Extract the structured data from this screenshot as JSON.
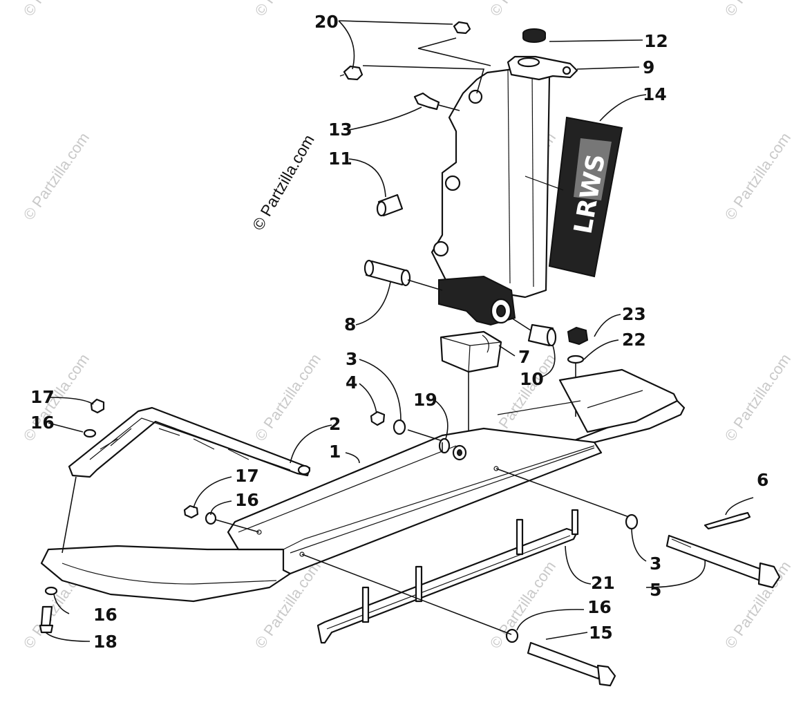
{
  "watermark": {
    "main": "© Partzilla.com",
    "repeat": "© Partzilla.com"
  },
  "decal_text": "LRWS",
  "callouts": {
    "c20": "20",
    "c12": "12",
    "c9": "9",
    "c14": "14",
    "c13": "13",
    "c11": "11",
    "c8": "8",
    "c23": "23",
    "c22": "22",
    "c7": "7",
    "c10": "10",
    "c3a": "3",
    "c4": "4",
    "c19": "19",
    "c17a": "17",
    "c16a": "16",
    "c2": "2",
    "c1": "1",
    "c17b": "17",
    "c16b": "16",
    "c6": "6",
    "c3b": "3",
    "c5": "5",
    "c21": "21",
    "c16c": "16",
    "c18": "18",
    "c16d": "16",
    "c15": "15"
  }
}
